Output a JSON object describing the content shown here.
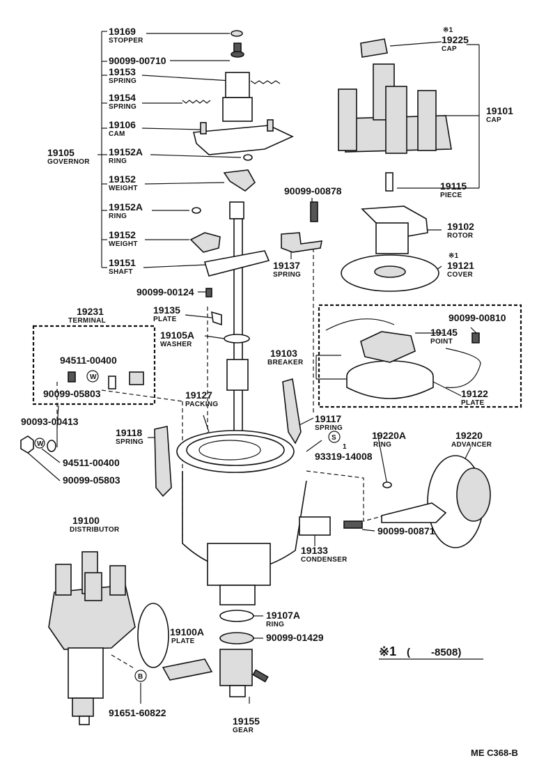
{
  "parts": [
    {
      "id": "p19169",
      "number": "19169",
      "name": "STOPPER"
    },
    {
      "id": "p00710",
      "number": "90099-00710",
      "name": ""
    },
    {
      "id": "p19153",
      "number": "19153",
      "name": "SPRING"
    },
    {
      "id": "p19154",
      "number": "19154",
      "name": "SPRING"
    },
    {
      "id": "p19106",
      "number": "19106",
      "name": "CAM"
    },
    {
      "id": "p19105",
      "number": "19105",
      "name": "GOVERNOR"
    },
    {
      "id": "p19152A1",
      "number": "19152A",
      "name": "RING"
    },
    {
      "id": "p19152a",
      "number": "19152",
      "name": "WEIGHT"
    },
    {
      "id": "p19152A2",
      "number": "19152A",
      "name": "RING"
    },
    {
      "id": "p19152b",
      "number": "19152",
      "name": "WEIGHT"
    },
    {
      "id": "p19151",
      "number": "19151",
      "name": "SHAFT"
    },
    {
      "id": "p00124",
      "number": "90099-00124",
      "name": ""
    },
    {
      "id": "p19135",
      "number": "19135",
      "name": "PLATE"
    },
    {
      "id": "p19105A",
      "number": "19105A",
      "name": "WASHER"
    },
    {
      "id": "p19231",
      "number": "19231",
      "name": "TERMINAL"
    },
    {
      "id": "p94511a",
      "number": "94511-00400",
      "name": ""
    },
    {
      "id": "p05803a",
      "number": "90099-05803",
      "name": ""
    },
    {
      "id": "p00413",
      "number": "90093-00413",
      "name": ""
    },
    {
      "id": "p94511b",
      "number": "94511-00400",
      "name": ""
    },
    {
      "id": "p05803b",
      "number": "90099-05803",
      "name": ""
    },
    {
      "id": "p19118",
      "number": "19118",
      "name": "SPRING"
    },
    {
      "id": "p19127",
      "number": "19127",
      "name": "PACKING"
    },
    {
      "id": "p19117",
      "number": "19117",
      "name": "SPRING"
    },
    {
      "id": "p14008",
      "number": "93319-14008",
      "name": ""
    },
    {
      "id": "p19225",
      "number": "19225",
      "name": "CAP"
    },
    {
      "id": "p19101",
      "number": "19101",
      "name": "CAP"
    },
    {
      "id": "p19115",
      "number": "19115",
      "name": "PIECE"
    },
    {
      "id": "p00878",
      "number": "90099-00878",
      "name": ""
    },
    {
      "id": "p19102",
      "number": "19102",
      "name": "ROTOR"
    },
    {
      "id": "p19137",
      "number": "19137",
      "name": "SPRING"
    },
    {
      "id": "p19121",
      "number": "19121",
      "name": "COVER"
    },
    {
      "id": "p00810",
      "number": "90099-00810",
      "name": ""
    },
    {
      "id": "p19145",
      "number": "19145",
      "name": "POINT"
    },
    {
      "id": "p19103",
      "number": "19103",
      "name": "BREAKER"
    },
    {
      "id": "p19122",
      "number": "19122",
      "name": "PLATE"
    },
    {
      "id": "p19220A",
      "number": "19220A",
      "name": "RING"
    },
    {
      "id": "p19220",
      "number": "19220",
      "name": "ADVANCER"
    },
    {
      "id": "p00871",
      "number": "90099-00871",
      "name": ""
    },
    {
      "id": "p19133",
      "number": "19133",
      "name": "CONDENSER"
    },
    {
      "id": "p19100",
      "number": "19100",
      "name": "DISTRIBUTOR"
    },
    {
      "id": "p19100A",
      "number": "19100A",
      "name": "PLATE"
    },
    {
      "id": "p19107A",
      "number": "19107A",
      "name": "RING"
    },
    {
      "id": "p01429",
      "number": "90099-01429",
      "name": ""
    },
    {
      "id": "p60822",
      "number": "91651-60822",
      "name": ""
    },
    {
      "id": "p19155",
      "number": "19155",
      "name": "GEAR"
    }
  ],
  "note_marks": {
    "cap": "※1",
    "cover": "※1"
  },
  "footnote": {
    "mark": "※1",
    "text": "(　　-8508)"
  },
  "circle_marks": {
    "w1": "W",
    "w2": "W",
    "s": "S",
    "s_num": "1",
    "b": "B"
  },
  "drawing_code": "ME C368-B"
}
